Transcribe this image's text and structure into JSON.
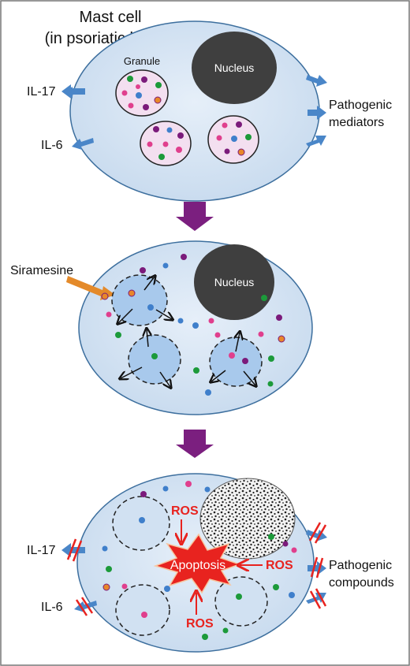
{
  "panel1": {
    "title_line1": "Mast cell",
    "title_line2": "(in psoriatic lesion)",
    "granule_label": "Granule",
    "nucleus_label": "Nucleus",
    "left_labels": [
      "IL-17",
      "IL-6"
    ],
    "right_label_line1": "Pathogenic",
    "right_label_line2": "mediators"
  },
  "panel2": {
    "drug_label": "Siramesine",
    "nucleus_label": "Nucleus"
  },
  "panel3": {
    "ros_label": "ROS",
    "apoptosis_label": "Apoptosis",
    "left_labels": [
      "IL-17",
      "IL-6"
    ],
    "right_label_line1": "Pathogenic",
    "right_label_line2": "compounds"
  },
  "colors": {
    "cell_fill": "#d7e5f4",
    "cell_stroke": "#3d6f9e",
    "nucleus": "#3f3f3f",
    "granule_fill": "#f3dff0",
    "swollen_granule_fill": "#a8c9ec",
    "arrow_blue": "#4a86c8",
    "arrow_purple": "#7b1f7f",
    "arrow_orange": "#e48a2a",
    "ros_red": "#e8231f",
    "dot_colors": {
      "pink": "#e03f8d",
      "purple": "#7b1b7b",
      "green": "#1c9a3a",
      "blue": "#3f7fcb",
      "orange": "#e8872a"
    }
  }
}
